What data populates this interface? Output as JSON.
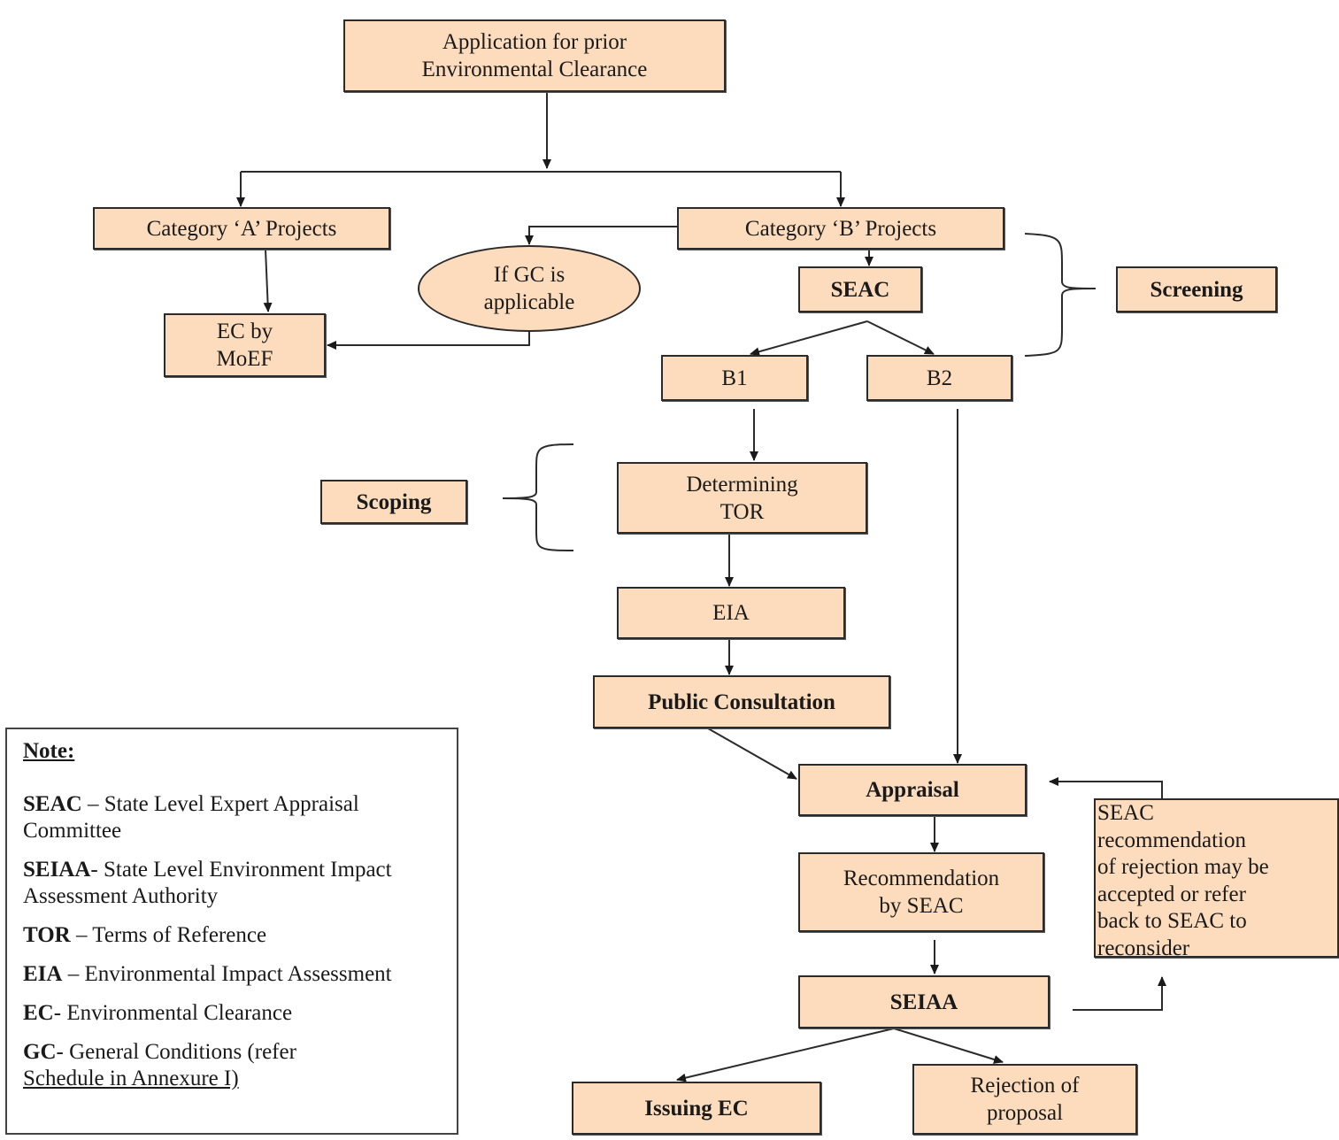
{
  "diagram": {
    "type": "flowchart",
    "fill_color": "#fcdcbc",
    "stroke_color": "#2b2b2b",
    "nodes": {
      "application": "Application for prior\nEnvironmental Clearance",
      "category_a": "Category ‘A’ Projects",
      "category_b": "Category ‘B’ Projects",
      "gc_applicable": "If GC is\napplicable",
      "ec_by_moef": "EC by\nMoEF",
      "seac": "SEAC",
      "screening": "Screening",
      "b1": "B1",
      "b2": "B2",
      "scoping": "Scoping",
      "determining_tor": "Determining\nTOR",
      "eia": "EIA",
      "public_consultation": "Public Consultation",
      "appraisal": "Appraisal",
      "recommendation": "Recommendation\nby SEAC",
      "seiaa": "SEIAA",
      "issuing_ec": "Issuing EC",
      "rejection": "Rejection of\nproposal",
      "seac_rejection_note": "SEAC\nrecommendation\nof rejection may be\naccepted or refer\nback to SEAC to\nreconsider"
    },
    "edges": [
      [
        "application",
        "category_a"
      ],
      [
        "application",
        "category_b"
      ],
      [
        "category_a",
        "ec_by_moef"
      ],
      [
        "category_b",
        "gc_applicable"
      ],
      [
        "gc_applicable",
        "ec_by_moef"
      ],
      [
        "category_b",
        "seac"
      ],
      [
        "seac",
        "b1"
      ],
      [
        "seac",
        "b2"
      ],
      [
        "b1",
        "determining_tor"
      ],
      [
        "determining_tor",
        "eia"
      ],
      [
        "eia",
        "public_consultation"
      ],
      [
        "public_consultation",
        "appraisal"
      ],
      [
        "b2",
        "appraisal"
      ],
      [
        "appraisal",
        "recommendation"
      ],
      [
        "recommendation",
        "seiaa"
      ],
      [
        "seiaa",
        "issuing_ec"
      ],
      [
        "seiaa",
        "rejection"
      ],
      [
        "seiaa",
        "seac_rejection_note"
      ],
      [
        "seac_rejection_note",
        "appraisal"
      ]
    ],
    "brackets": [
      {
        "label": "screening",
        "spans": [
          "category_b",
          "seac",
          "b1",
          "b2"
        ]
      },
      {
        "label": "scoping",
        "spans": [
          "determining_tor"
        ]
      }
    ]
  },
  "note": {
    "title": "Note:",
    "items": [
      {
        "abbr": "SEAC",
        "sep": " – ",
        "text": "State Level Expert Appraisal Committee"
      },
      {
        "abbr": "SEIAA",
        "sep": "- ",
        "text": "State Level Environment Impact Assessment Authority"
      },
      {
        "abbr": "TOR",
        "sep": " – ",
        "text": "Terms of Reference"
      },
      {
        "abbr": "EIA",
        "sep": " – ",
        "text": "Environmental Impact Assessment"
      },
      {
        "abbr": "EC",
        "sep": "- ",
        "text": "Environmental Clearance"
      },
      {
        "abbr": "GC",
        "sep": "- ",
        "text": "General Conditions (refer",
        "text2": "Schedule in Annexure I)"
      }
    ]
  }
}
